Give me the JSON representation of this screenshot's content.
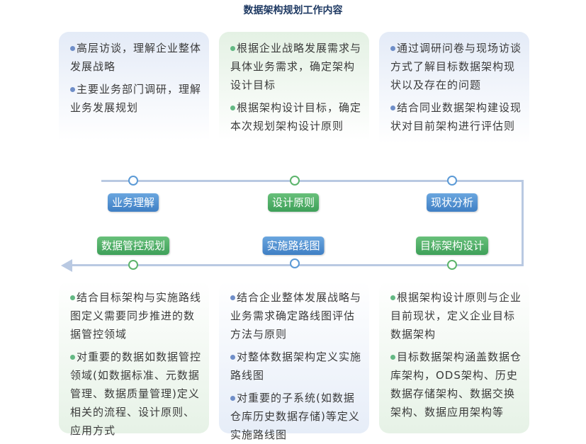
{
  "title": "数据架构规划工作内容",
  "top_cards": [
    {
      "items": [
        "高层访谈，理解企业整体发展战略",
        "主要业务部门调研，理解业务发展规划"
      ]
    },
    {
      "items": [
        "根据企业战略发展需求与具体业务需求，确定架构设计目标",
        "根据架构设计目标，确定本次规划架构设计原则"
      ]
    },
    {
      "items": [
        "通过调研问卷与现场访谈方式了解目标数据架构现状以及存在的问题",
        "结合同业数据架构建设现状对目前架构进行评估则"
      ]
    }
  ],
  "top_labels": [
    "业务理解",
    "设计原则",
    "现状分析"
  ],
  "bottom_labels": [
    "数据管控规划",
    "实施路线图",
    "目标架构设计"
  ],
  "bottom_cards": [
    {
      "items": [
        "结合目标架构与实施路线图定义需要同步推进的数据管控领域",
        "对重要的数据如数据管控领域(如数据标准、元数据管理、数据质量管理)定义相关的流程、设计原则、应用方式"
      ]
    },
    {
      "items": [
        "结合企业整体发展战略与业务需求确定路线图评估方法与原则",
        "对整体数据架构定义实施路线图",
        "对重要的子系统(如数据仓库历史数据存储)等定义实施路线图"
      ]
    },
    {
      "items": [
        "根据架构设计原则与企业目前现状，定义企业目标数据架构",
        "目标数据架构涵盖数据仓库架构，ODS架构、历史数据存储架构、数据交换架构、数据应用架构等"
      ]
    }
  ],
  "colors": {
    "blue": "#4f8fd0",
    "green": "#4db06a",
    "line": "#b9c9e2"
  }
}
